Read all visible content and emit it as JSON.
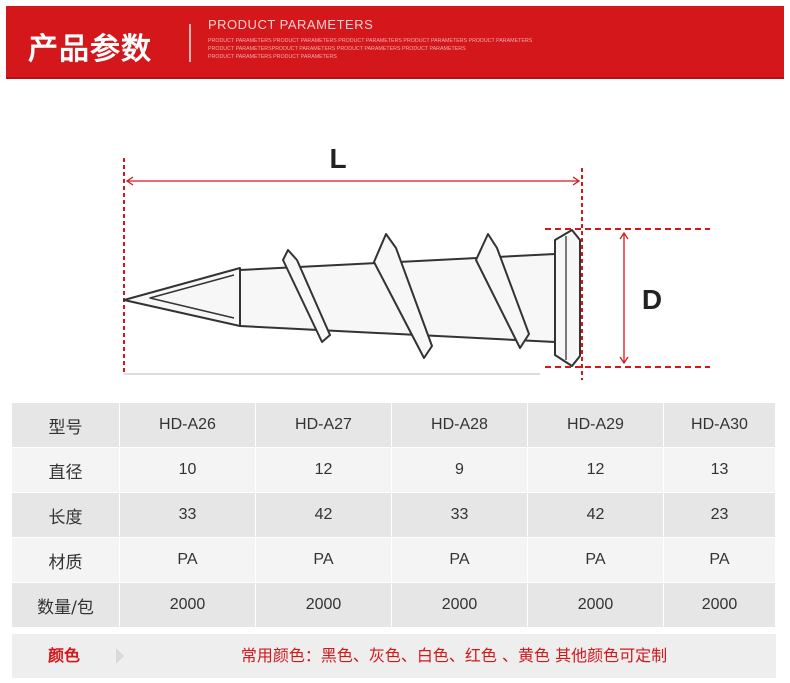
{
  "header": {
    "title": "产品参数",
    "subtitle": "PRODUCT PARAMETERS",
    "fine_lines": [
      "PRODUCT PARAMETERS PRODUCT PARAMETERS PRODUCT PARAMETERS PRODUCT PARAMETERS PRODUCT PARAMETERS",
      "PRODUCT PARAMETERSPRODUCT PARAMETERS  PRODUCT PARAMETERS  PRODUCT PARAMETERS",
      "PRODUCT PARAMETERS PRODUCT PARAMETERS"
    ],
    "background_color": "#d3171b"
  },
  "diagram": {
    "length_label": "L",
    "diameter_label": "D",
    "dimension_line_color": "#d3171b"
  },
  "specs": {
    "header_label": "型号",
    "models": [
      "HD-A26",
      "HD-A27",
      "HD-A28",
      "HD-A29",
      "HD-A30"
    ],
    "rows": [
      {
        "label": "直径",
        "values": [
          "10",
          "12",
          "9",
          "12",
          "13"
        ]
      },
      {
        "label": "长度",
        "values": [
          "33",
          "42",
          "33",
          "42",
          "23"
        ]
      },
      {
        "label": "材质",
        "values": [
          "PA",
          "PA",
          "PA",
          "PA",
          "PA"
        ]
      },
      {
        "label": "数量/包",
        "values": [
          "2000",
          "2000",
          "2000",
          "2000",
          "2000"
        ]
      }
    ]
  },
  "colors": {
    "label": "颜色",
    "text": "常用颜色：黑色、灰色、白色、红色 、黄色     其他颜色可定制",
    "accent": "#d3171b"
  }
}
